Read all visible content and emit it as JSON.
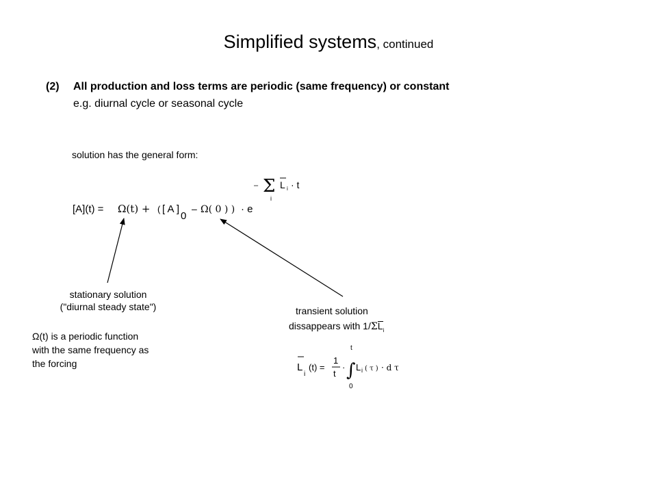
{
  "slide": {
    "title": "Simplified systems",
    "title_suffix": ", continued",
    "item_number": "(2)",
    "item_text": "All production and loss terms are periodic (same frequency) or constant",
    "item_example": "e.g. diurnal cycle or seasonal cycle",
    "solution_intro": "solution has the general form:"
  },
  "equation_main": {
    "lhs": "[A](t) =",
    "omega_t": "Ω(t) +",
    "open_paren": "(",
    "bracket_a": "[ A ]",
    "sub_zero": "0",
    "minus": "–",
    "omega_zero": "Ω( 0 ) )",
    "dot_e": "· e",
    "exp_minus": "–",
    "sigma": "Σ",
    "exp_L": "L",
    "exp_sub_i": "i",
    "exp_dot_t": "· t",
    "sigma_sub": "i"
  },
  "annotations": {
    "stationary_line1": "stationary solution",
    "stationary_line2": "(\"diurnal steady state\")",
    "omega_desc_line1": "Ω(t) is a periodic function",
    "omega_desc_line2": "with the same frequency as",
    "omega_desc_line3": "the forcing",
    "transient_line1": "transient solution",
    "transient_line2": "dissappears with 1/",
    "transient_sigma": "Σ",
    "transient_L": "L",
    "transient_sub": "i"
  },
  "equation_avg": {
    "L": "L",
    "sub_i": "i",
    "arg_t": "(t) =",
    "frac_num": "1",
    "frac_den": "t",
    "dot1": "·",
    "integral": "∫",
    "upper": "t",
    "lower": "0",
    "integrand_L": "L",
    "integrand_sub": "i",
    "integrand_arg": "( τ )",
    "dtau": "· d τ"
  }
}
